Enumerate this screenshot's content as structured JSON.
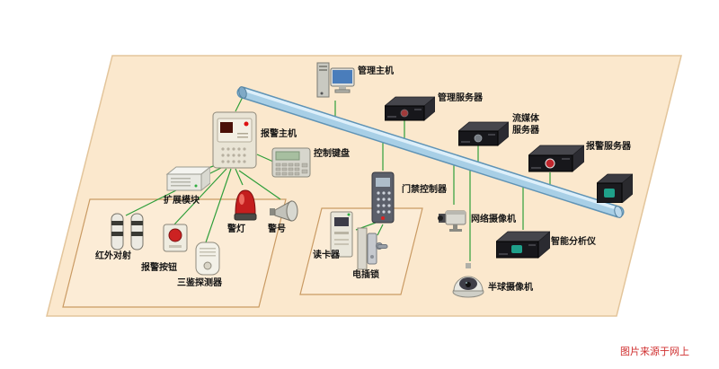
{
  "credit": "图片来源于网上",
  "labels": {
    "management_host": "管理主机",
    "management_server": "管理服务器",
    "streaming_server": "流媒体服务器",
    "alarm_server": "报警服务器",
    "alarm_host": "报警主机",
    "control_keyboard": "控制键盘",
    "expansion_module": "扩展模块",
    "ir_beam": "红外对射",
    "alarm_button": "报警按钮",
    "triple_detector": "三鉴探测器",
    "alarm_light": "警灯",
    "siren": "警号",
    "card_reader": "读卡器",
    "electric_lock": "电插锁",
    "access_controller": "门禁控制器",
    "network_camera": "网络摄像机",
    "intelligent_analyzer": "智能分析仪",
    "dome_camera": "半球摄像机"
  },
  "colors": {
    "floor": "#fbe8cd",
    "floor_border": "#e3c59b",
    "room_fill": "#fcecd6",
    "room_border": "#c99a63",
    "bus_main": "#a8cfe6",
    "bus_edge": "#5f93b5",
    "connection_line": "#2e9e3a",
    "credit_text": "#d03030"
  }
}
